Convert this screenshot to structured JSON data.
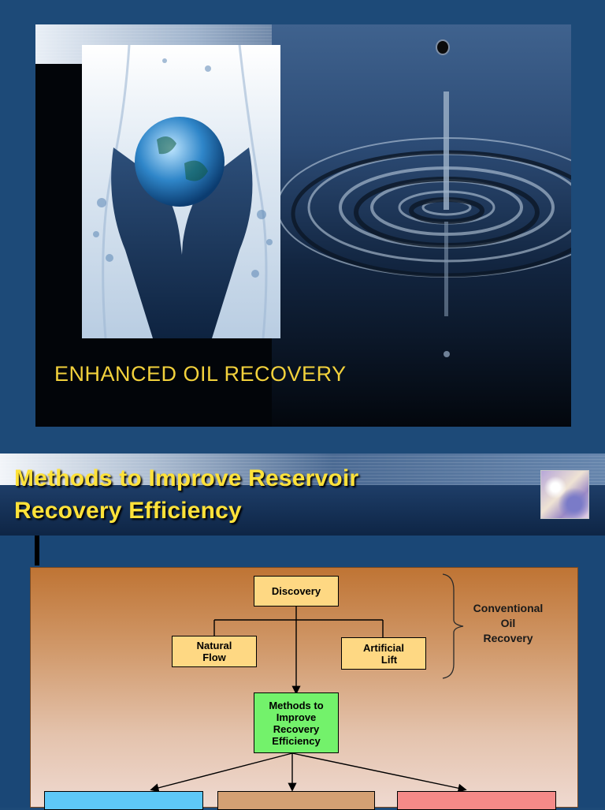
{
  "slide1": {
    "title": "ENHANCED OIL RECOVERY"
  },
  "slide2": {
    "title_line1": "Methods to Improve Reservoir",
    "title_line2": "Recovery Efficiency",
    "diagram": {
      "discovery": "Discovery",
      "natural_flow": [
        "Natural",
        "Flow"
      ],
      "artificial_lift": [
        "Artificial",
        "Lift"
      ],
      "methods": [
        "Methods to",
        "Improve",
        "Recovery",
        "Efficiency"
      ],
      "conventional": [
        "Conventional",
        "Oil",
        "Recovery"
      ],
      "colors": {
        "panel_top": "#bf7434",
        "box_yellow": "#fed883",
        "box_green": "#73f26b",
        "bottom_left": "#5ec8f7",
        "bottom_middle": "#d4a073",
        "bottom_right": "#f58a88"
      }
    }
  },
  "colors": {
    "page_bg": "#1d4a78",
    "title_yellow": "#ffe23a"
  },
  "icons": [
    "hands-globe-icon",
    "water-ripple-icon",
    "marble-thumbnail-icon"
  ]
}
